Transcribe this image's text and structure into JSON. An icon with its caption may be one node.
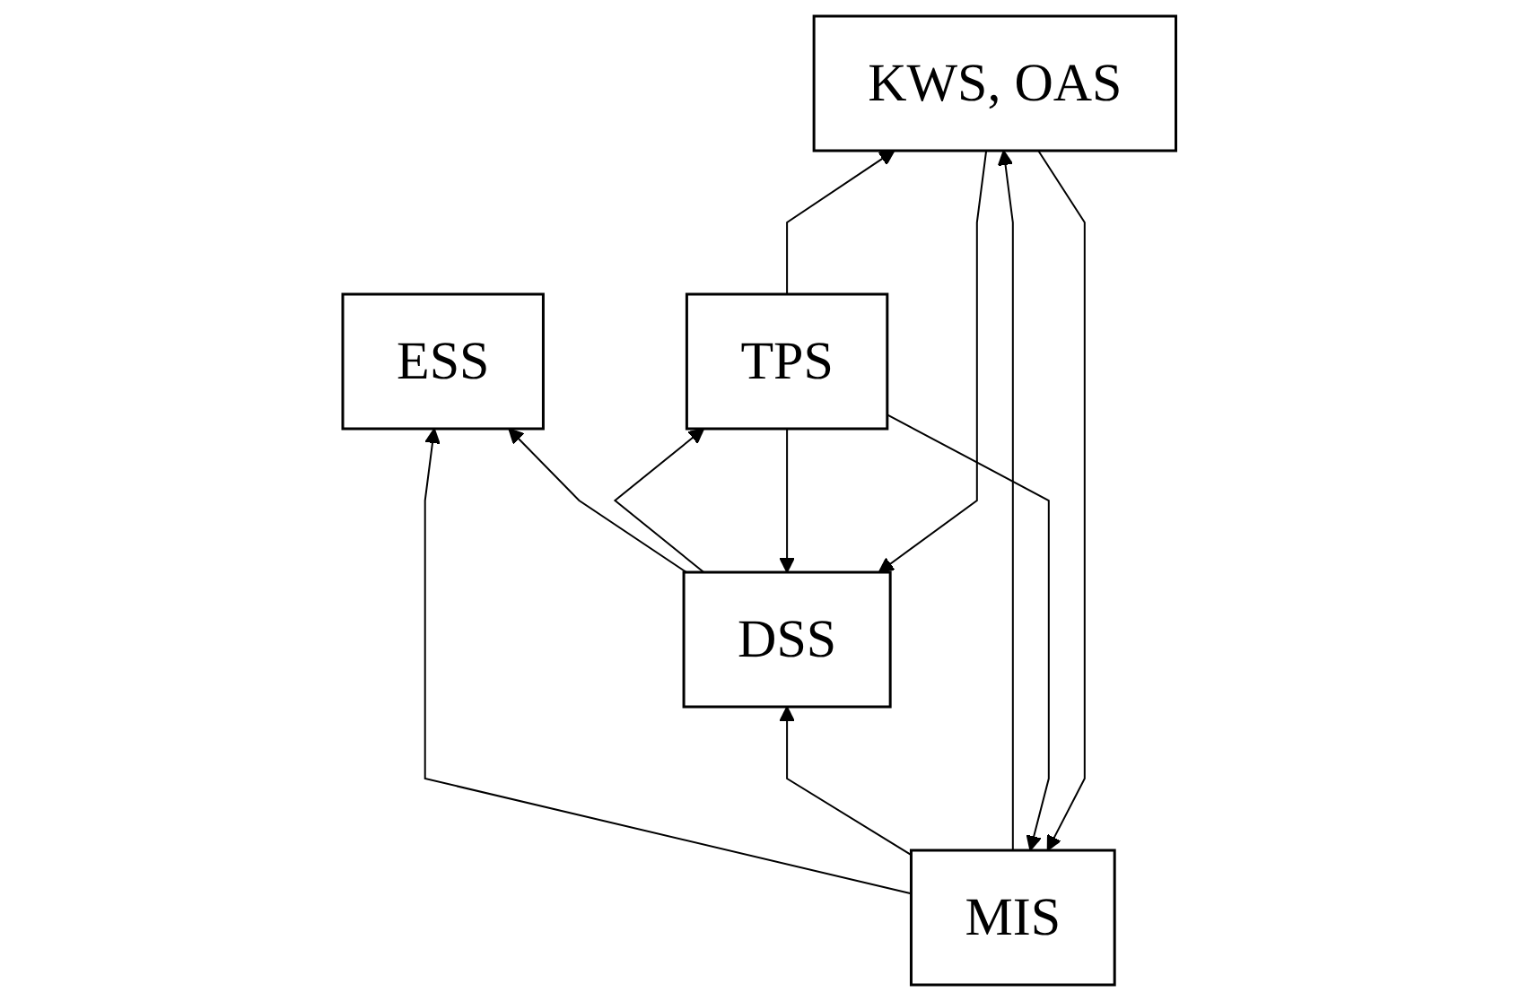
{
  "diagram": {
    "nodes": [
      {
        "text": [
          "ESS"
        ]
      },
      {
        "text": [
          "MIS"
        ]
      },
      {
        "text": [
          "DSS"
        ]
      },
      {
        "text": [
          "KWS, OAS"
        ]
      },
      {
        "text": [
          "TPS"
        ]
      }
    ],
    "edges": [
      {
        "from": 1,
        "to": 0,
        "arrow": "to"
      },
      {
        "from": 2,
        "to": 0,
        "arrow": "to"
      },
      {
        "from": 1,
        "to": 2,
        "arrow": "to"
      },
      {
        "from": 4,
        "to": 1,
        "arrow": "to"
      },
      {
        "from": 3,
        "to": 2,
        "arrow": "to"
      },
      {
        "from": 3,
        "to": 1,
        "arrow": "to"
      },
      {
        "from": 1,
        "to": 3,
        "arrow": "to"
      },
      {
        "from": 4,
        "to": 2,
        "arrow": "to"
      },
      {
        "from": 2,
        "to": 4,
        "arrow": "to"
      },
      {
        "from": 4,
        "to": 3,
        "arrow": "to"
      }
    ]
  }
}
